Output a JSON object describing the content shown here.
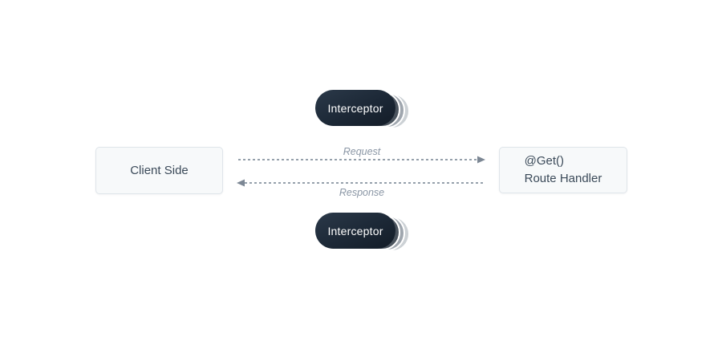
{
  "diagram": {
    "nodes": {
      "client": {
        "label": "Client Side"
      },
      "route_handler": {
        "lines": [
          "@Get()",
          "Route Handler"
        ]
      },
      "interceptor_top": {
        "label": "Interceptor"
      },
      "interceptor_bottom": {
        "label": "Interceptor"
      }
    },
    "arrows": {
      "request": {
        "label": "Request",
        "direction": "right"
      },
      "response": {
        "label": "Response",
        "direction": "left"
      }
    },
    "colors": {
      "background": "#ffffff",
      "node_bg": "#f7f9fa",
      "node_border": "#dfe5ea",
      "node_text": "#3b4a59",
      "pill_dark": "#1c2836",
      "pill_text": "#ffffff",
      "stack_layer_1": "#4b545e",
      "stack_layer_2": "#9fa6ae",
      "stack_layer_3": "#ccd1d5",
      "arrow": "#95a0ab",
      "label_text": "#8a96a5"
    }
  }
}
